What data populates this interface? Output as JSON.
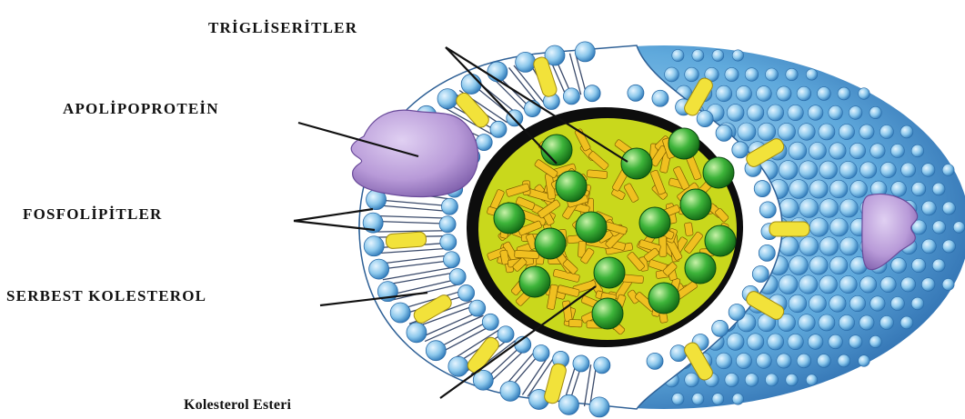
{
  "labels": {
    "trigliseritler": "TRİGLİSERİTLER",
    "apolipoprotein": "APOLİPOPROTEİN",
    "fosfolipitler": "FOSFOLİPİTLER",
    "serbest_kolesterol": "SERBEST KOLESTEROL",
    "kolesterol_esteri": "Kolesterol Esteri"
  },
  "colors": {
    "phospholipid_head": "#8cc8ec",
    "phospholipid_tail": "#3a4a6a",
    "free_cholesterol": "#f2e23a",
    "triglyceride": "#f0c020",
    "cholesterol_ester": "#3db43a",
    "core_background": "#c9d81c",
    "apolipoprotein": "#b89ad8",
    "line": "#111111"
  }
}
